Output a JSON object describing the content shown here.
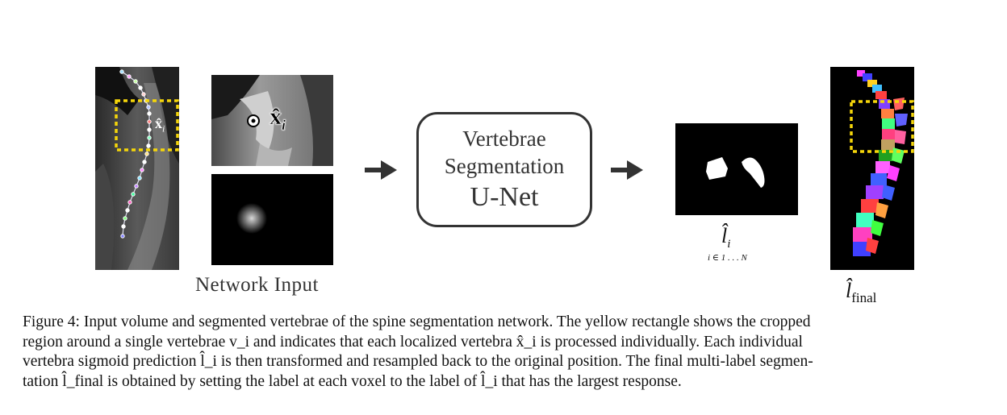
{
  "figure": {
    "network_input_label": "Network Input",
    "unet_box": {
      "line1": "Vertebrae",
      "line2": "Segmentation",
      "line3": "U-Net"
    },
    "x_hat_label": "x̂",
    "x_hat_sub": "i",
    "prediction_symbol": "l̂",
    "prediction_sub": "i",
    "prediction_range": "i ∈ 1 . . . N",
    "final_symbol": "l̂",
    "final_sub": "final",
    "highlight_color": "#f5d60a"
  },
  "caption": {
    "line1": "Figure 4: Input volume and segmented vertebrae of the spine segmentation network. The yellow rectangle shows the cropped",
    "line2": "region around a single vertebrae v_i and indicates that each localized vertebra x̂_i is processed individually. Each individual",
    "line3": "vertebra sigmoid prediction l̂_i is then transformed and resampled back to the original position. The final multi-label segmen-",
    "line4": "tation l̂_final is obtained by setting the label at each voxel to the label of l̂_i that has the largest response."
  }
}
